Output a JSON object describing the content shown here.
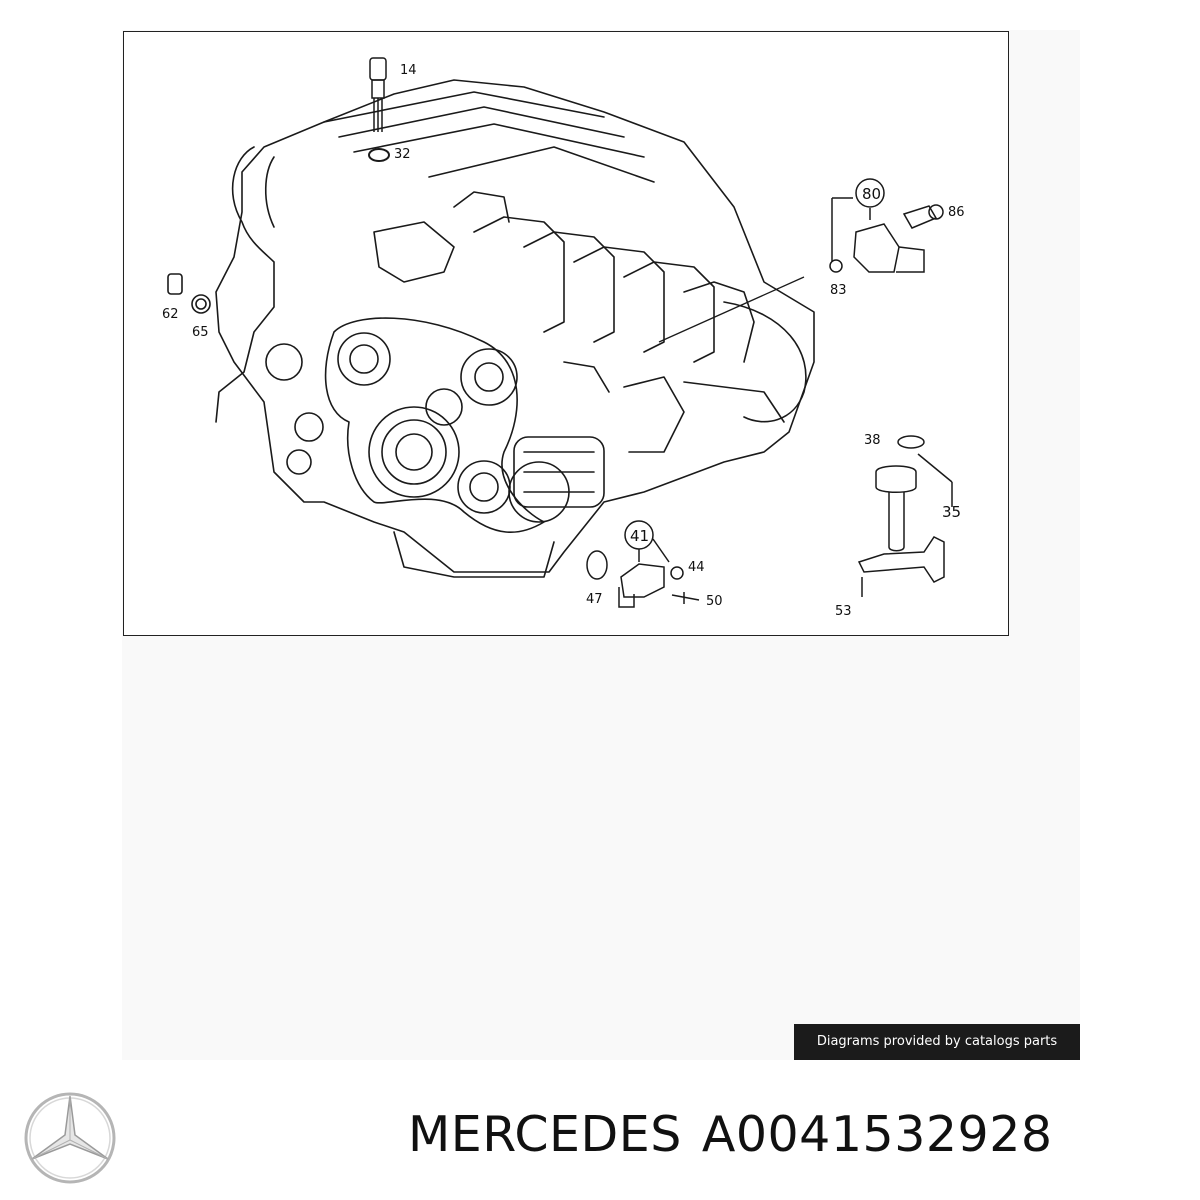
{
  "diagram": {
    "callouts": [
      "14",
      "32",
      "80",
      "86",
      "83",
      "62",
      "65",
      "38",
      "35",
      "41",
      "44",
      "47",
      "50",
      "53"
    ]
  },
  "credit_text": "Diagrams provided by catalogs parts",
  "product": {
    "brand": "MERCEDES",
    "part_number": "A0041532928"
  },
  "logo": {
    "name": "mercedes-star-logo"
  }
}
